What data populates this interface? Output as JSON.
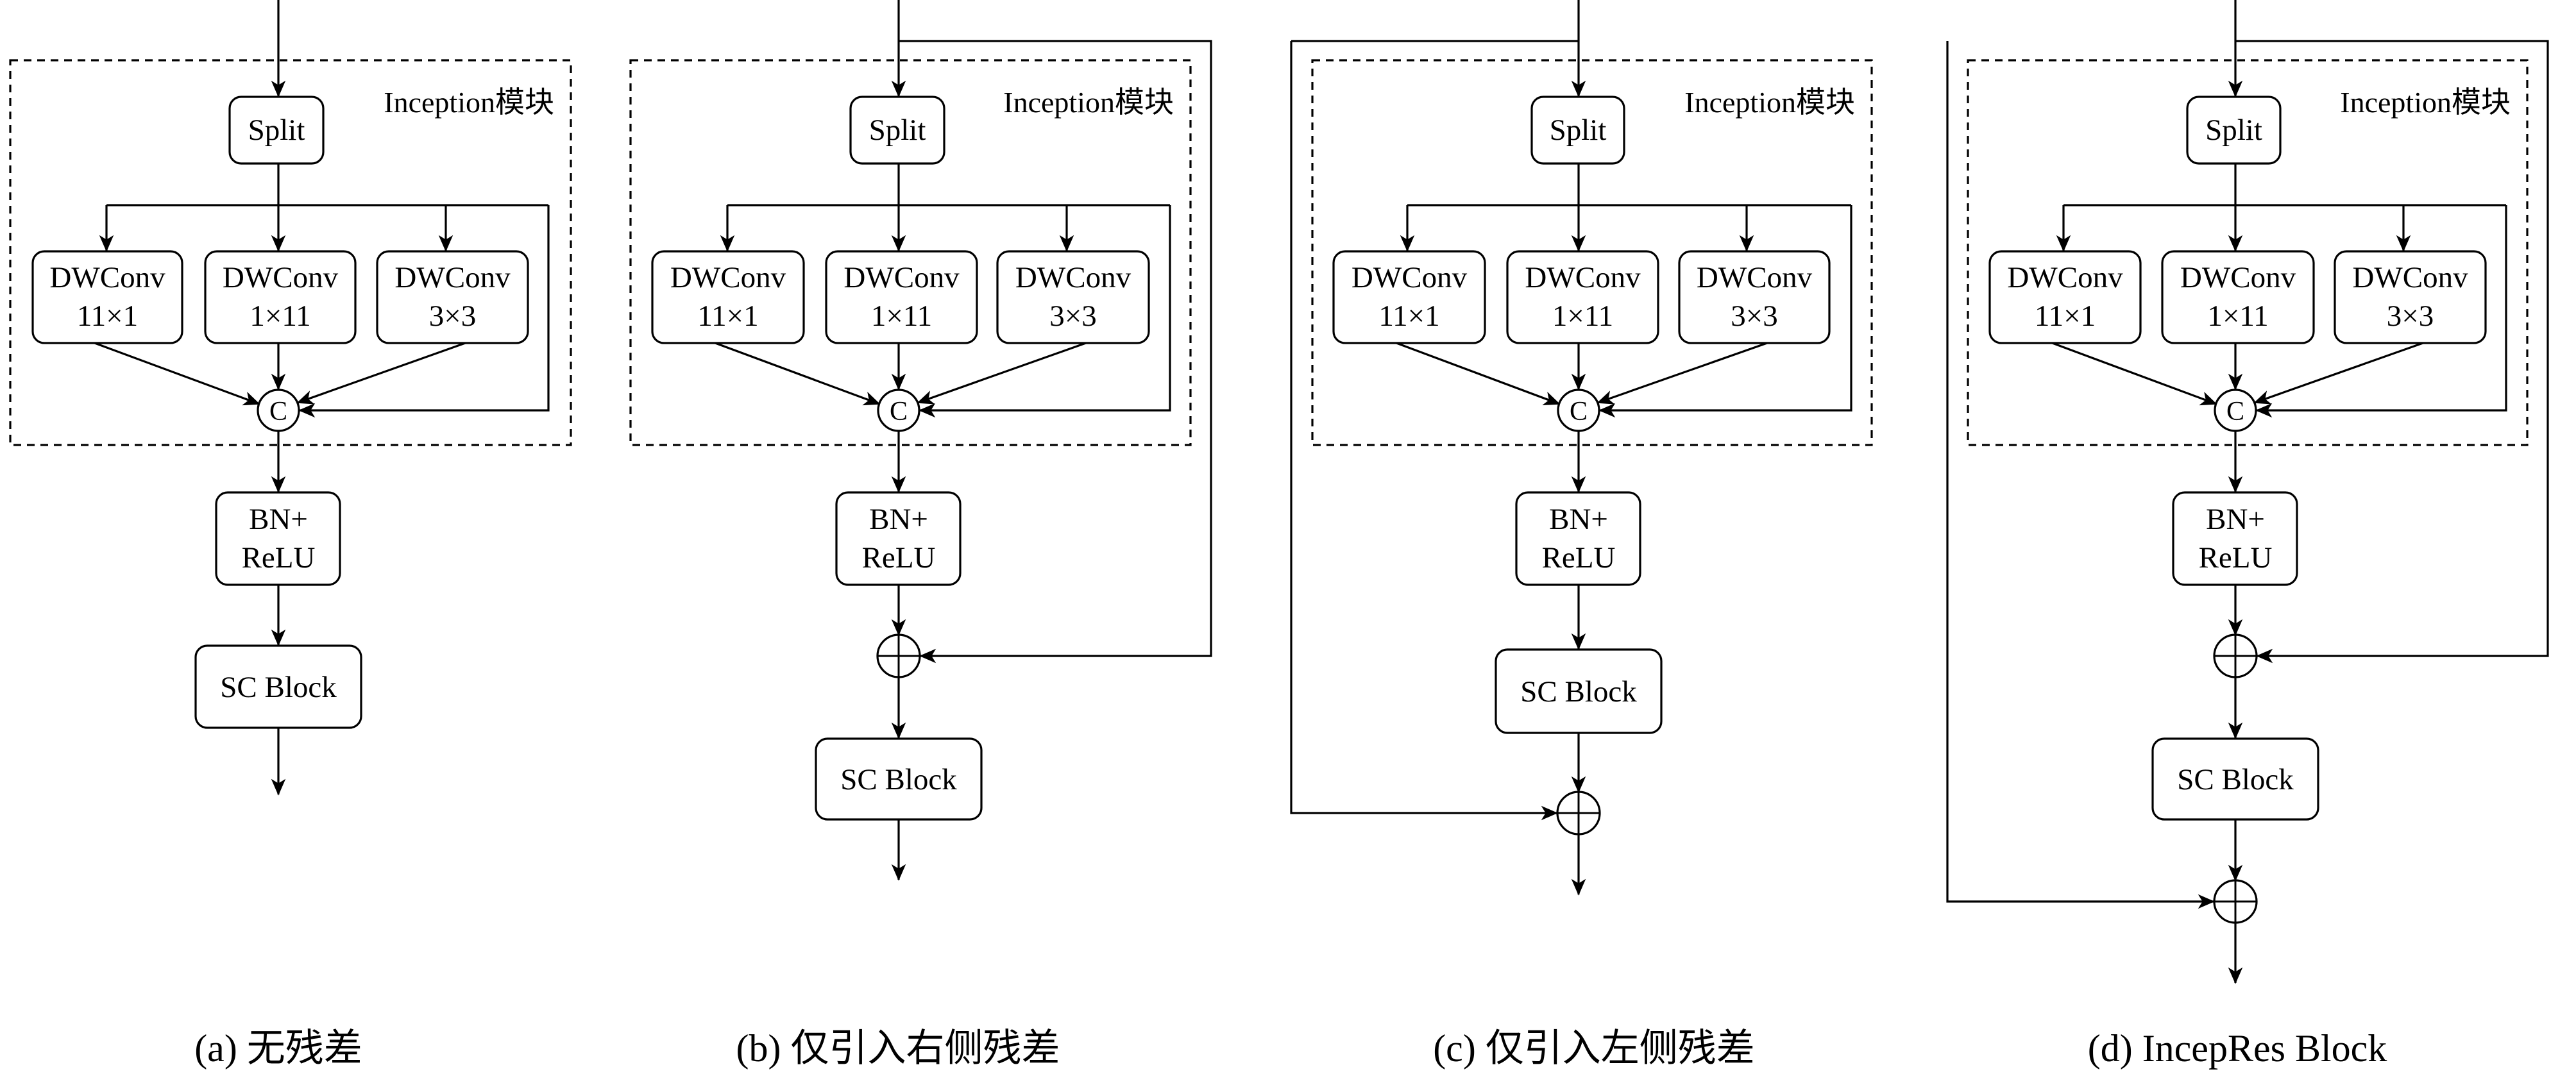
{
  "figure": {
    "module_label": "Inception模块",
    "nodes": {
      "split": "Split",
      "dwconv_title": "DWConv",
      "dwconv_kernels": [
        "11×1",
        "1×11",
        "3×3"
      ],
      "concat": "C",
      "bn_relu_line1": "BN+",
      "bn_relu_line2": "ReLU",
      "sc_block": "SC Block",
      "add_symbol": "⊕"
    },
    "panels": [
      {
        "id": "a",
        "caption": "(a) 无残差",
        "right_residual": false,
        "left_residual": false
      },
      {
        "id": "b",
        "caption": "(b) 仅引入右侧残差",
        "right_residual": true,
        "left_residual": false
      },
      {
        "id": "c",
        "caption": "(c) 仅引入左侧残差",
        "right_residual": false,
        "left_residual": true
      },
      {
        "id": "d",
        "caption": "(d) IncepRes Block",
        "right_residual": true,
        "left_residual": true
      }
    ],
    "colors": {
      "stroke": "#000000",
      "background": "#ffffff"
    }
  }
}
